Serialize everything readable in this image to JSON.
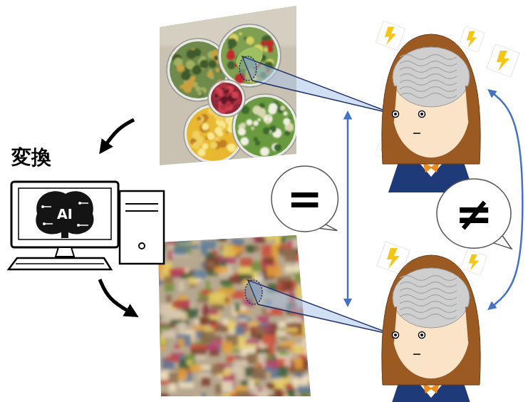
{
  "diagram": {
    "nodes": [
      {
        "text": [
          "="
        ]
      },
      {
        "text": [
          "≠"
        ]
      }
    ],
    "labels": [
      "変換",
      "AI"
    ]
  }
}
